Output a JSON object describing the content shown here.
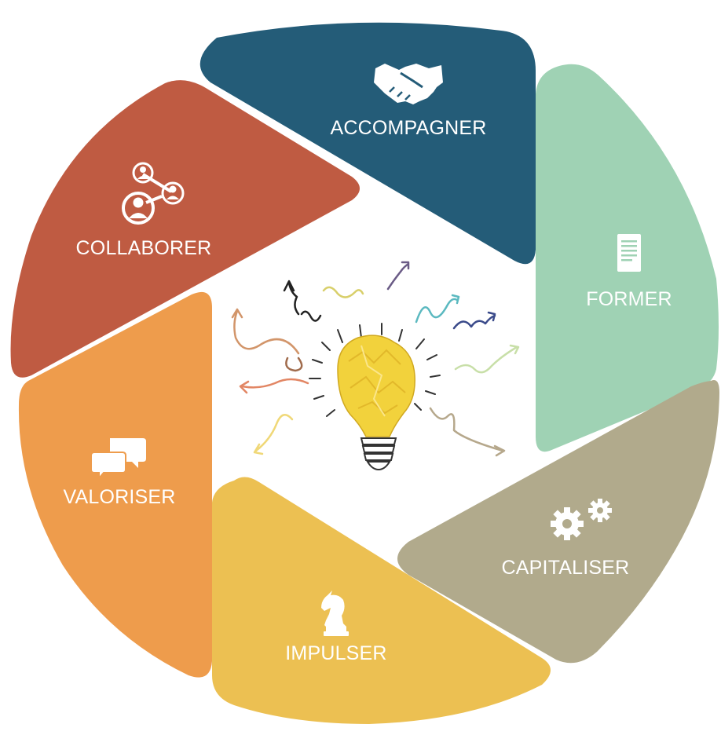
{
  "segments": [
    {
      "id": "accompagner",
      "label": "ACCOMPAGNER",
      "color": "#245c78",
      "icon": "handshake-icon"
    },
    {
      "id": "former",
      "label": "FORMER",
      "color": "#9fd2b4",
      "icon": "document-icon"
    },
    {
      "id": "capitaliser",
      "label": "CAPITALISER",
      "color": "#b1aa8c",
      "icon": "gears-icon"
    },
    {
      "id": "impulser",
      "label": "IMPULSER",
      "color": "#ecc052",
      "icon": "chess-knight-icon"
    },
    {
      "id": "valoriser",
      "label": "VALORISER",
      "color": "#ee9c4c",
      "icon": "speech-bubbles-icon"
    },
    {
      "id": "collaborer",
      "label": "COLLABORER",
      "color": "#bf5b42",
      "icon": "network-people-icon"
    }
  ],
  "center": {
    "icon": "crumpled-paper-lightbulb-icon",
    "bulb_color": "#f2d23c"
  }
}
